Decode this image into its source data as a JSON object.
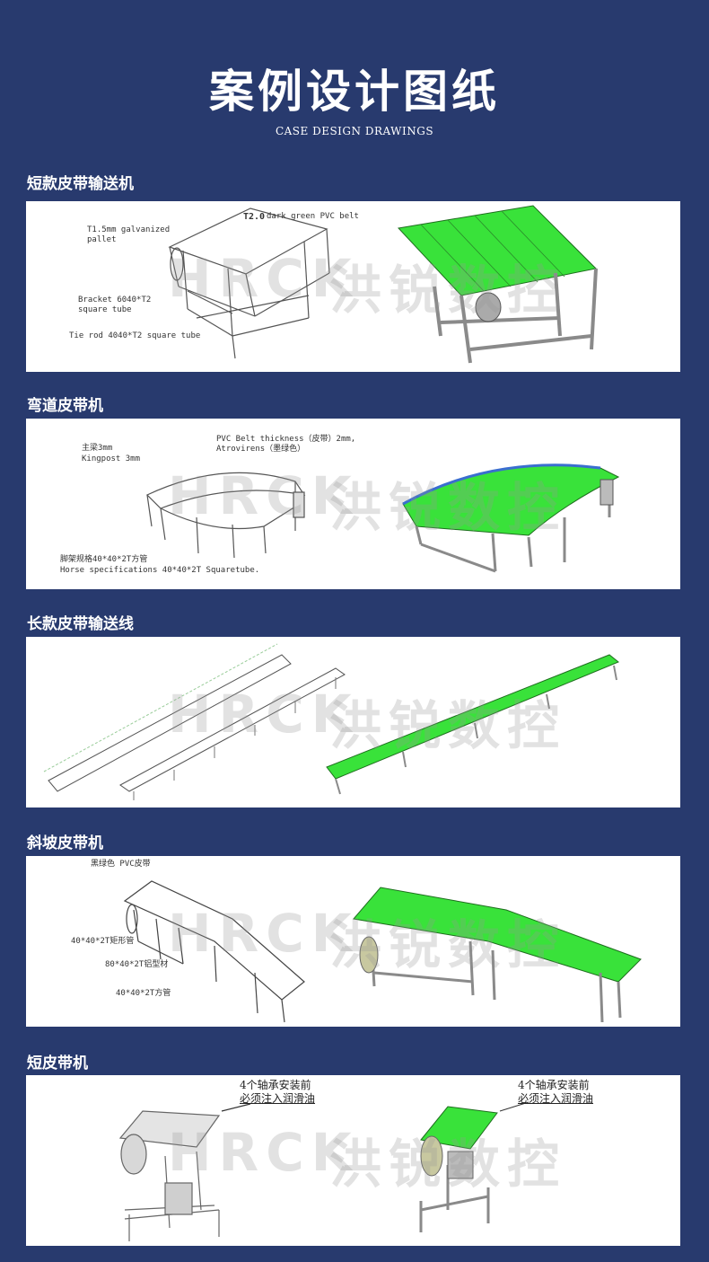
{
  "header": {
    "title": "案例设计图纸",
    "subtitle": "CASE DESIGN DRAWINGS"
  },
  "watermark": {
    "latin": "HRCK",
    "chinese": "洪锐数控"
  },
  "colors": {
    "background": "#283a6e",
    "belt_green": "#39e23a",
    "frame_grey": "#8a8a8a"
  },
  "sections": [
    {
      "title": "短款皮带输送机",
      "annotations": {
        "a1": "T1.5mm galvanized",
        "a1b": "pallet",
        "a2": "T2.0",
        "a2b": "dark green PVC belt",
        "a3": "Bracket 6040*T2",
        "a3b": "square tube",
        "a4": "Tie rod 4040*T2 square tube"
      }
    },
    {
      "title": "弯道皮带机",
      "annotations": {
        "a1": "主梁3mm",
        "a1b": "Kingpost 3mm",
        "a2": "PVC Belt thickness（皮带）2mm,",
        "a2b": "Atrovirens（墨绿色）",
        "a3": "脚架规格40*40*2T方管",
        "a3b": "Horse specifications 40*40*2T Squaretube."
      }
    },
    {
      "title": "长款皮带输送线",
      "annotations": {}
    },
    {
      "title": "斜坡皮带机",
      "annotations": {
        "a1": "黑绿色 PVC皮带",
        "a2": "40*40*2T矩形管",
        "a3": "80*40*2T铝型材",
        "a4": "40*40*2T方管"
      }
    },
    {
      "title": "短皮带机",
      "annotations": {
        "a1": "4个轴承安装前",
        "a1b": "必须注入润滑油",
        "a2": "4个轴承安装前",
        "a2b": "必须注入润滑油"
      }
    }
  ]
}
